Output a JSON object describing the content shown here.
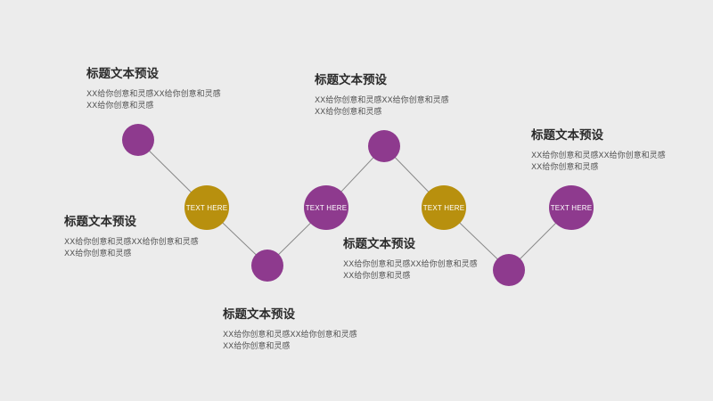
{
  "colors": {
    "background": "#ececec",
    "purple": "#8e3a8e",
    "gold": "#b8900e",
    "connector": "#888888",
    "title_text": "#2b2b2b",
    "body_text": "#555555"
  },
  "nodes": [
    {
      "id": "n1",
      "color": "purple",
      "label": ""
    },
    {
      "id": "n2",
      "color": "gold",
      "label": "TEXT HERE"
    },
    {
      "id": "n3",
      "color": "purple",
      "label": ""
    },
    {
      "id": "n4",
      "color": "purple",
      "label": "TEXT HERE"
    },
    {
      "id": "n5",
      "color": "purple",
      "label": ""
    },
    {
      "id": "n6",
      "color": "gold",
      "label": "TEXT HERE"
    },
    {
      "id": "n7",
      "color": "purple",
      "label": ""
    },
    {
      "id": "n8",
      "color": "purple",
      "label": "TEXT HERE"
    }
  ],
  "blocks": [
    {
      "title": "标题文本预设",
      "desc": "XX给你创意和灵感XX给你创意和灵感XX给你创意和灵感"
    },
    {
      "title": "标题文本预设",
      "desc": "XX给你创意和灵感XX给你创意和灵感XX给你创意和灵感"
    },
    {
      "title": "标题文本预设",
      "desc": "XX给你创意和灵感XX给你创意和灵感XX给你创意和灵感"
    },
    {
      "title": "标题文本预设",
      "desc": "XX给你创意和灵感XX给你创意和灵感XX给你创意和灵感"
    },
    {
      "title": "标题文本预设",
      "desc": "XX给你创意和灵感XX给你创意和灵感XX给你创意和灵感"
    },
    {
      "title": "标题文本预设",
      "desc": "XX给你创意和灵感XX给你创意和灵感XX给你创意和灵感"
    }
  ]
}
